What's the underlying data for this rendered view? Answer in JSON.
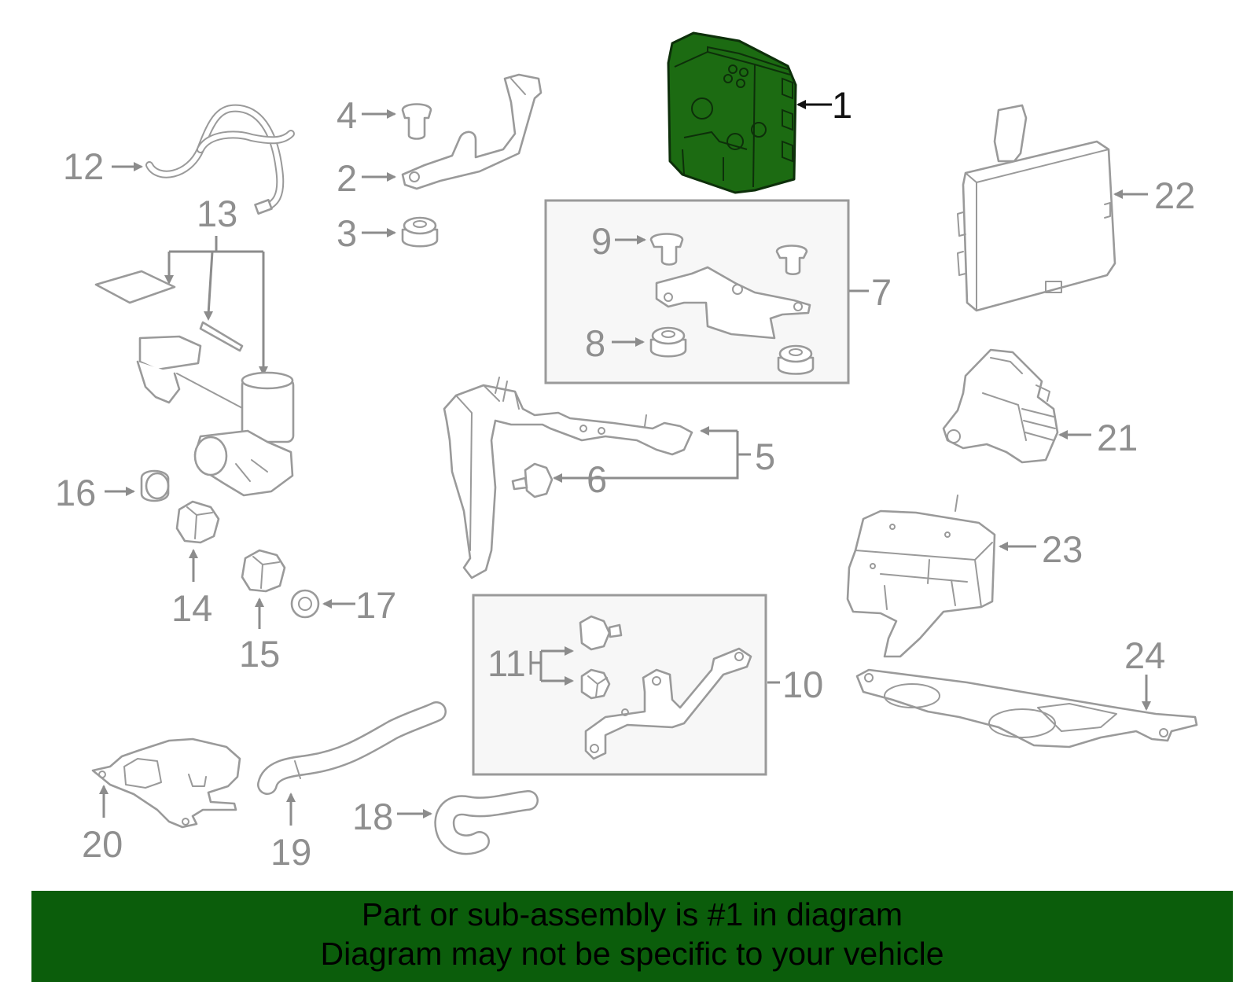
{
  "banner": {
    "line1": "Part or sub-assembly is #1 in diagram",
    "line2": "Diagram may not be specific to your vehicle",
    "color": "#0b5d0b"
  },
  "highlight_color": "#1c6b12",
  "callouts": {
    "c1": "1",
    "c2": "2",
    "c3": "3",
    "c4": "4",
    "c5": "5",
    "c6": "6",
    "c7": "7",
    "c8": "8",
    "c9": "9",
    "c10": "10",
    "c11": "11",
    "c12": "12",
    "c13": "13",
    "c14": "14",
    "c15": "15",
    "c16": "16",
    "c17": "17",
    "c18": "18",
    "c19": "19",
    "c20": "20",
    "c21": "21",
    "c22": "22",
    "c23": "23",
    "c24": "24"
  }
}
